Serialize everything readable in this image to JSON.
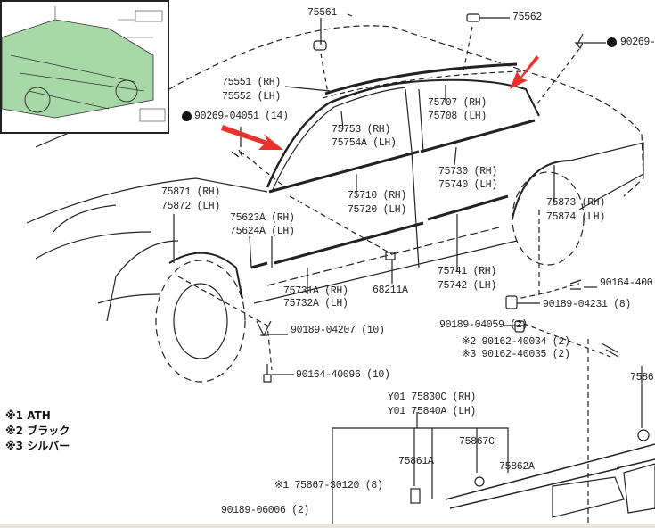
{
  "diagram": {
    "labels": {
      "p75561": "75561",
      "p75562": "75562",
      "p90269_right": "90269-",
      "p75551": "75551 (RH)",
      "p75552": "75552 (LH)",
      "p90269_04051": "90269-04051 (14)",
      "p75707": "75707 (RH)",
      "p75708": "75708 (LH)",
      "p75753": "75753  (RH)",
      "p75754a": "75754A (LH)",
      "p75730": "75730 (RH)",
      "p75740": "75740 (LH)",
      "p75871": "75871 (RH)",
      "p75872": "75872 (LH)",
      "p75710": "75710 (RH)",
      "p75720": "75720 (LH)",
      "p75873": "75873 (RH)",
      "p75874": "75874 (LH)",
      "p75623a": "75623A (RH)",
      "p75624a": "75624A (LH)",
      "p75741": "75741 (RH)",
      "p75742": "75742 (LH)",
      "p68211a": "68211A",
      "p75731a": "75731A (RH)",
      "p75732a": "75732A (LH)",
      "p90164_400": "90164-400",
      "p90189_04231": "90189-04231 (8)",
      "p90189_04059": "90189-04059 (2)",
      "p90189_04207": "90189-04207 (10)",
      "p90162_40034": "※2 90162-40034 (2)",
      "p90162_40035": "※3 90162-40035 (2)",
      "p90164_40096": "90164-40096 (10)",
      "p7586": "7586",
      "pY01_75830c": "Y01 75830C (RH)",
      "pY01_75840a": "Y01 75840A (LH)",
      "p75867c": "75867C",
      "p75861a": "75861A",
      "p75862a": "75862A",
      "p75867_30120": "※1 75867-30120 (8)",
      "p90189_06006": "90189-06006 (2)"
    },
    "notes": [
      "※1 ATH",
      "※2 ブラック",
      "※3 シルバー"
    ],
    "colors": {
      "arrow": "#e8322b",
      "thumbnail": "#a8d8a8",
      "line": "#222222"
    }
  }
}
